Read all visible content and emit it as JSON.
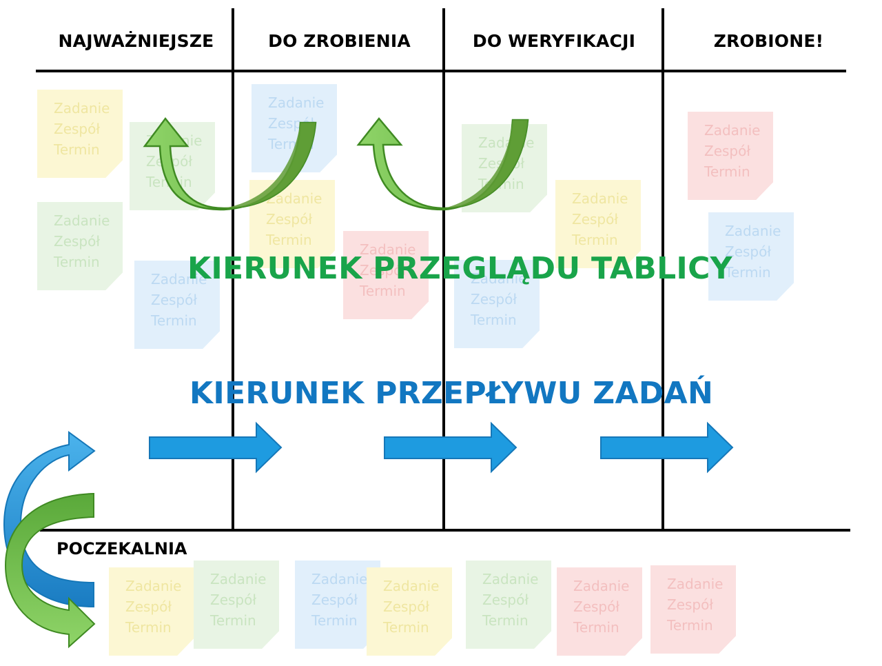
{
  "columns": [
    {
      "label": "NAJWAŻNIEJSZE"
    },
    {
      "label": "DO ZROBIENIA"
    },
    {
      "label": "DO WERYFIKACJI"
    },
    {
      "label": "ZROBIONE!"
    }
  ],
  "review_direction_label": "KIERUNEK PRZEGLĄDU TABLICY",
  "flow_direction_label": "KIERUNEK PRZEPŁYWU ZADAŃ",
  "waiting_area_label": "POCZEKALNIA",
  "note_text": {
    "line1": "Zadanie",
    "line2": "Zespół",
    "line3": "Termin"
  },
  "colors": {
    "review_arrow": "#6cc04a",
    "review_arrow_dark": "#4a8c2a",
    "flow_arrow": "#1e9be0",
    "flow_arrow_stroke": "#1577b8",
    "review_label": "#19a44a",
    "flow_label": "#1277c1",
    "note_yellow": "#fcf7d3",
    "note_green": "#e8f4e4",
    "note_blue": "#e1effb",
    "note_red": "#fbe0e0"
  },
  "notes": [
    {
      "color": "yellow",
      "area": "board"
    },
    {
      "color": "green",
      "area": "board"
    },
    {
      "color": "green",
      "area": "board"
    },
    {
      "color": "blue",
      "area": "board"
    },
    {
      "color": "blue",
      "area": "board"
    },
    {
      "color": "yellow",
      "area": "board"
    },
    {
      "color": "red",
      "area": "board"
    },
    {
      "color": "green",
      "area": "board"
    },
    {
      "color": "blue",
      "area": "board"
    },
    {
      "color": "yellow",
      "area": "board"
    },
    {
      "color": "red",
      "area": "board"
    },
    {
      "color": "blue",
      "area": "board"
    },
    {
      "color": "yellow",
      "area": "waiting"
    },
    {
      "color": "green",
      "area": "waiting"
    },
    {
      "color": "blue",
      "area": "waiting"
    },
    {
      "color": "yellow",
      "area": "waiting"
    },
    {
      "color": "green",
      "area": "waiting"
    },
    {
      "color": "red",
      "area": "waiting"
    },
    {
      "color": "red",
      "area": "waiting"
    }
  ]
}
